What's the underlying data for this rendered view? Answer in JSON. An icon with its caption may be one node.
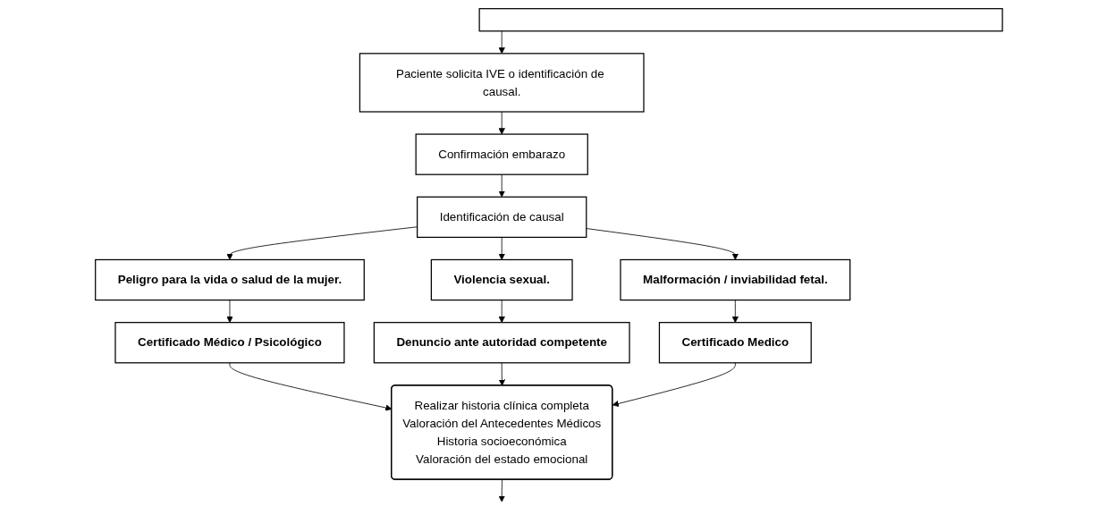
{
  "diagram": {
    "nodes": [
      {
        "text": [],
        "shape": "box"
      },
      {
        "text": [
          "Paciente solicita IVE o identificación de causal."
        ]
      },
      {
        "text": [
          "Confirmación embarazo"
        ]
      },
      {
        "text": [
          "Identificación de causal"
        ]
      },
      {
        "text": [
          "Peligro para la vida o salud de la mujer."
        ]
      },
      {
        "text": [
          "Violencia sexual."
        ]
      },
      {
        "text": [
          "Malformación / inviabilidad fetal."
        ]
      },
      {
        "text": [
          "Certificado Médico / Psicológico"
        ]
      },
      {
        "text": [
          "Denuncio ante autoridad competente"
        ]
      },
      {
        "text": [
          "Certificado Medico"
        ]
      },
      {
        "text": [
          "Realizar historia clínica completa",
          "Valoración del Antecedentes Médicos",
          "Historia socioeconómica",
          "Valoración del estado emocional"
        ]
      }
    ],
    "edges": [
      {
        "from": 0,
        "to": 1,
        "arrow": "to"
      },
      {
        "from": 1,
        "to": 2,
        "arrow": "to"
      },
      {
        "from": 2,
        "to": 3,
        "arrow": "to"
      },
      {
        "from": 3,
        "to": 4,
        "arrow": "to"
      },
      {
        "from": 3,
        "to": 5,
        "arrow": "to"
      },
      {
        "from": 3,
        "to": 6,
        "arrow": "to"
      },
      {
        "from": 4,
        "to": 7,
        "arrow": "to"
      },
      {
        "from": 5,
        "to": 8,
        "arrow": "to"
      },
      {
        "from": 6,
        "to": 9,
        "arrow": "to"
      },
      {
        "from": 7,
        "to": 10,
        "arrow": "to"
      },
      {
        "from": 8,
        "to": 10,
        "arrow": "to"
      },
      {
        "from": 9,
        "to": 10,
        "arrow": "to"
      },
      {
        "from": 10,
        "to": null,
        "arrow": "to"
      }
    ]
  }
}
